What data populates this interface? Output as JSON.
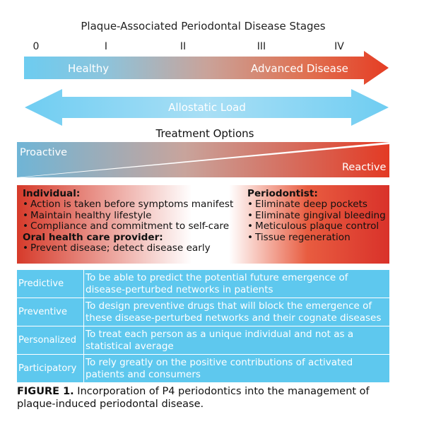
{
  "title": "Plaque-Associated Periodontal Disease Stages",
  "stages": [
    "0",
    "I",
    "II",
    "III",
    "IV"
  ],
  "disease_arrow": {
    "left_label": "Healthy",
    "right_label": "Advanced Disease"
  },
  "load_arrow": {
    "label": "Allostatic Load"
  },
  "treatment": {
    "heading": "Treatment Options",
    "proactive": "Proactive",
    "reactive": "Reactive"
  },
  "individual": {
    "heading": "Individual:",
    "items": [
      "Action is taken before symptoms manifest",
      "Maintain healthy lifestyle",
      "Compliance and commitment to self-care"
    ],
    "provider_heading": "Oral health care provider:",
    "provider_items": [
      "Prevent disease; detect disease early"
    ]
  },
  "periodontist": {
    "heading": "Periodontist:",
    "items": [
      "Eliminate deep pockets",
      "Eliminate gingival bleeding",
      "Meticulous plaque control",
      "Tissue regeneration"
    ]
  },
  "p4": [
    {
      "term": "Predictive",
      "description": "To be able to predict the potential future emergence of disease-perturbed networks in patients"
    },
    {
      "term": "Preventive",
      "description": "To design preventive drugs that will block the emergence of these disease-perturbed networks and their cognate diseases"
    },
    {
      "term": "Personalized",
      "description": "To treat each person as a unique individual and not as a statistical average"
    },
    {
      "term": "Participatory",
      "description": "To rely greatly on the positive contributions of activated patients and consumers"
    }
  ],
  "caption": {
    "label": "FIGURE 1.",
    "text": " Incorporation of P4 periodontics into the management of plaque-induced periodontal disease."
  },
  "colors": {
    "blue": "#5ec8ee",
    "red": "#e0432b",
    "light_blue": "#a9dff5"
  }
}
